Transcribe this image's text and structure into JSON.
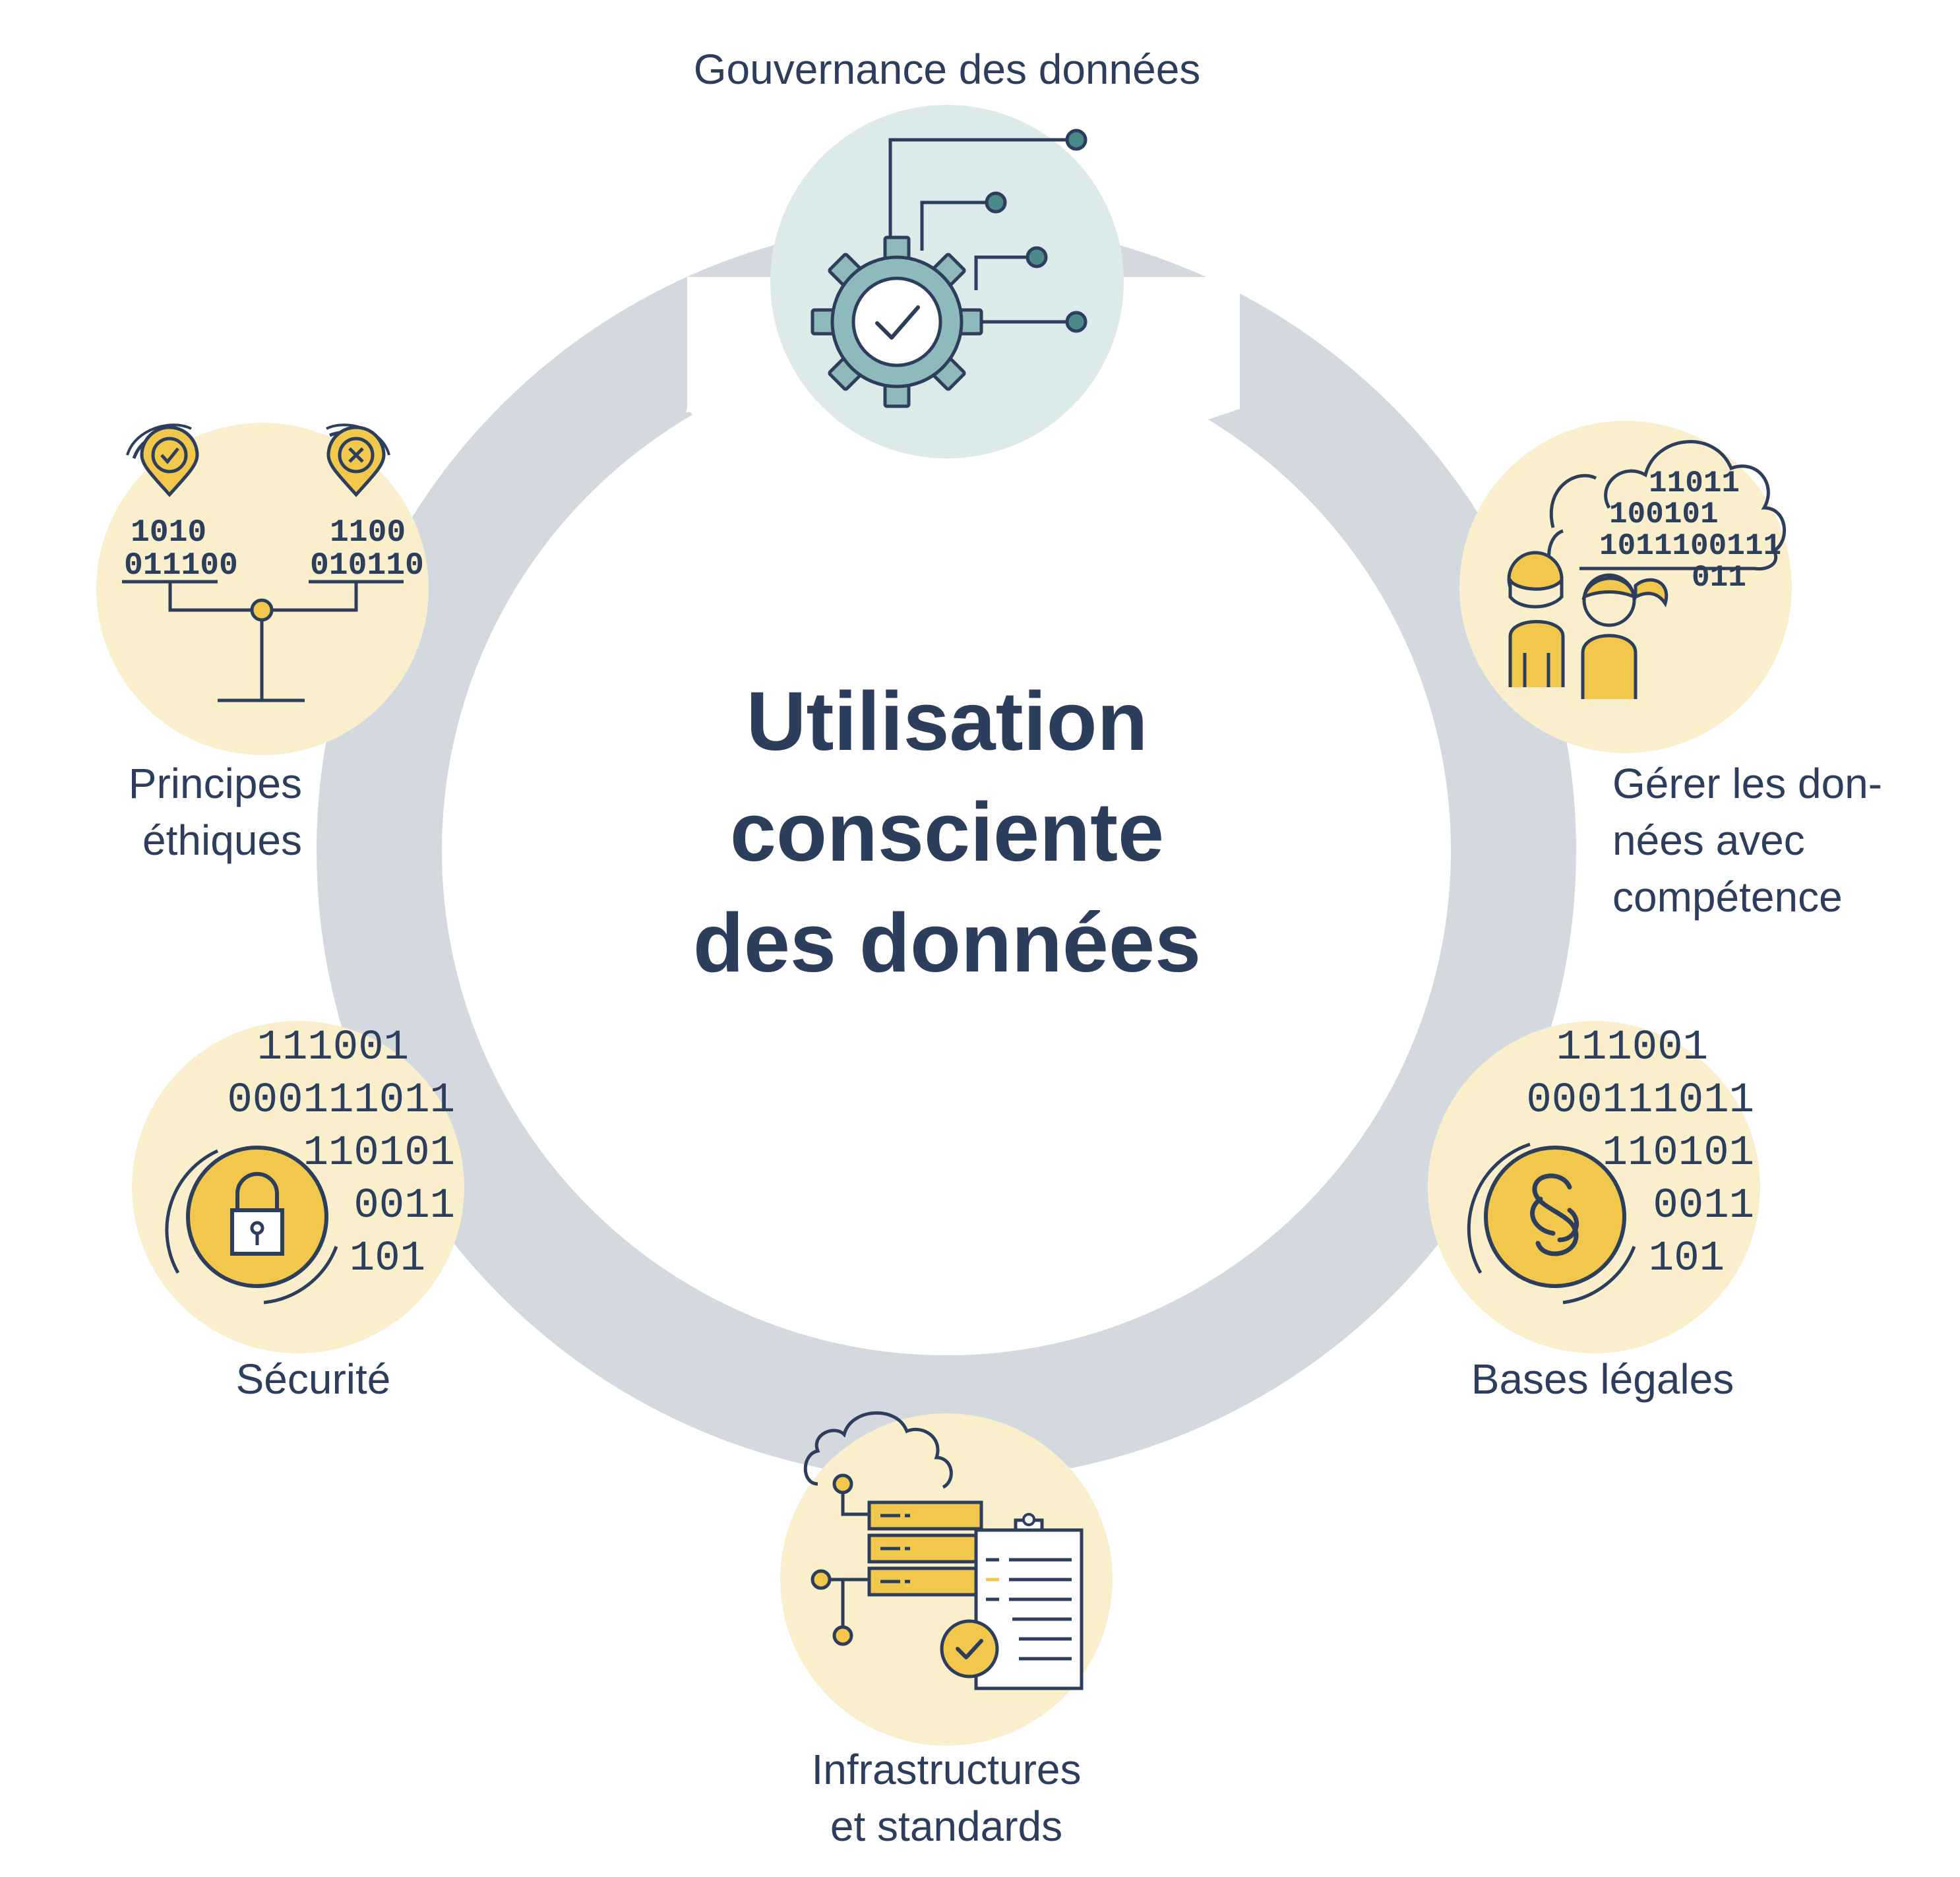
{
  "title": {
    "line1": "Utilisation",
    "line2": "consciente",
    "line3": "des données"
  },
  "nodes": [
    {
      "id": "gouvernance",
      "label_lines": [
        "Gouvernance des données"
      ],
      "icon": "gear-circuit-check-icon"
    },
    {
      "id": "competence",
      "label_lines": [
        "Gérer les don-",
        "nées avec",
        "compétence"
      ],
      "icon": "people-data-cloud-icon"
    },
    {
      "id": "bases",
      "label_lines": [
        "Bases légales"
      ],
      "icon": "paragraph-coin-icon"
    },
    {
      "id": "infra",
      "label_lines": [
        "Infrastructures",
        "et standards"
      ],
      "icon": "server-cloud-checklist-icon"
    },
    {
      "id": "securite",
      "label_lines": [
        "Sécurité"
      ],
      "icon": "padlock-binary-icon"
    },
    {
      "id": "ethique",
      "label_lines": [
        "Principes",
        "éthiques"
      ],
      "icon": "balance-scale-pins-icon"
    }
  ],
  "binary": {
    "ethics_left": [
      "1010",
      "011100"
    ],
    "ethics_right": [
      "1100",
      "010110"
    ],
    "cloud": [
      "11011",
      "100101",
      "1011100111",
      "011"
    ],
    "code_block": [
      "111001",
      "000111011",
      "110101",
      "0011",
      "101"
    ]
  },
  "colors": {
    "ring": "#d4d9df",
    "navy": "#2c3e5c",
    "yellow_bg": "#faefcc",
    "yellow": "#f1c84b",
    "teal_bg": "#ddeaea",
    "teal": "#8fbabb",
    "teal_dark": "#4a8a8a"
  }
}
